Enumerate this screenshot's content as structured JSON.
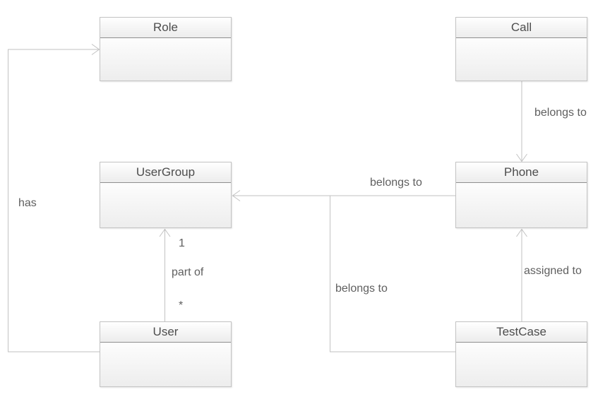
{
  "diagram": {
    "type": "uml-class-diagram",
    "colors": {
      "connector": "#c2c2c2",
      "box_border": "#c3c3c3",
      "header_divider": "#8f8f8f",
      "title_text": "#4d4d4d",
      "label_text": "#5f5f5f",
      "background": "#ffffff"
    },
    "classes": [
      {
        "name": "Role"
      },
      {
        "name": "Call"
      },
      {
        "name": "UserGroup"
      },
      {
        "name": "Phone"
      },
      {
        "name": "User"
      },
      {
        "name": "TestCase"
      }
    ],
    "edges": [
      {
        "from": "Call",
        "to": "Phone",
        "label": "belongs to"
      },
      {
        "from": "Phone",
        "to": "UserGroup",
        "label": "belongs to"
      },
      {
        "from": "User",
        "to": "UserGroup",
        "label": "part of",
        "target_multiplicity": "1",
        "source_multiplicity": "*"
      },
      {
        "from": "TestCase",
        "to": "Phone",
        "label": "assigned to"
      },
      {
        "from": "TestCase",
        "to": "UserGroup",
        "label": "belongs to"
      },
      {
        "from": "User",
        "to": "Role",
        "label": "has"
      }
    ]
  }
}
